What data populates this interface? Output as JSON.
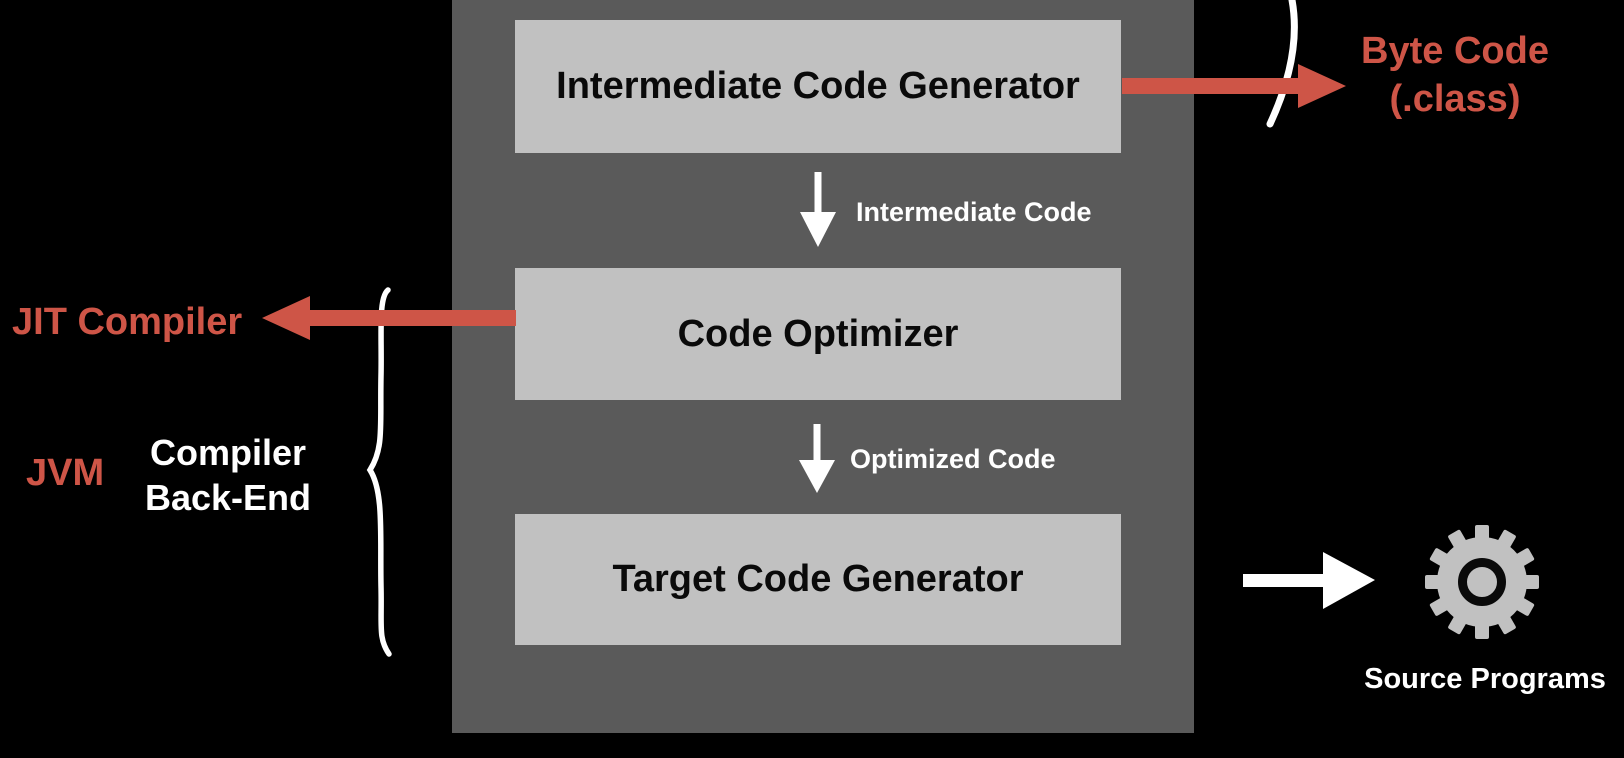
{
  "colors": {
    "background": "#000000",
    "container_gray": "#5a5a5a",
    "box_gray": "#c1c1c1",
    "accent_red": "#ce5547",
    "text_white": "#ffffff",
    "text_black": "#0a0a0a"
  },
  "pipeline": {
    "boxes": [
      {
        "label": "Intermediate Code Generator"
      },
      {
        "label": "Code Optimizer"
      },
      {
        "label": "Target Code Generator"
      }
    ],
    "flows": [
      {
        "label": "Intermediate Code"
      },
      {
        "label": "Optimized Code"
      }
    ]
  },
  "annotations": {
    "byte_code_line1": "Byte Code",
    "byte_code_line2": "(.class)",
    "jit_compiler": "JIT Compiler",
    "jvm": "JVM",
    "compiler_backend_line1": "Compiler",
    "compiler_backend_line2": "Back-End",
    "source_programs": "Source Programs"
  }
}
